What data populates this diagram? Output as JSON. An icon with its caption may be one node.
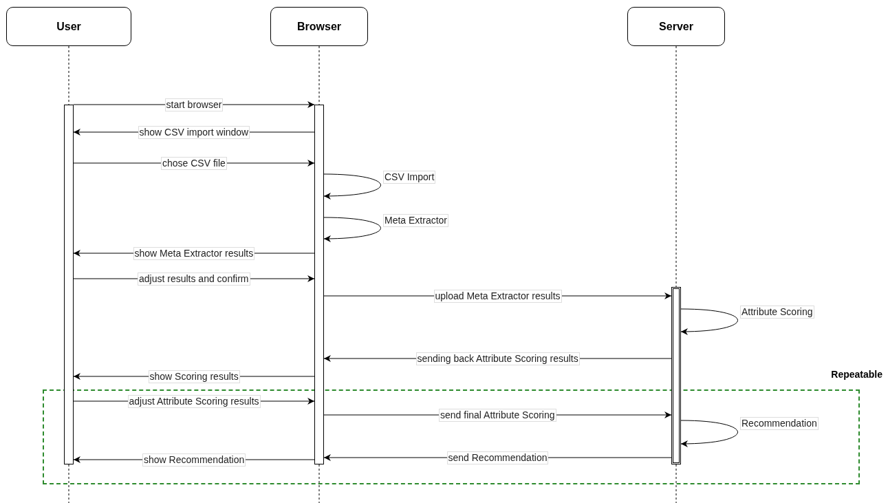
{
  "diagram": {
    "nodes": [
      {
        "text": [
          "User"
        ]
      },
      {
        "text": [
          "Browser"
        ]
      },
      {
        "text": [
          "Server"
        ]
      },
      {
        "text": [],
        "shape": "bar"
      },
      {
        "text": [],
        "shape": "bar"
      },
      {
        "text": [],
        "shape": "bar"
      }
    ],
    "labels": [
      "Repeatable"
    ],
    "edges": [
      {
        "from": 3,
        "to": 4,
        "arrow": "to",
        "label": "start browser"
      },
      {
        "from": 4,
        "to": 3,
        "arrow": "to",
        "label": "show CSV import window"
      },
      {
        "from": 3,
        "to": 4,
        "arrow": "to",
        "label": "chose CSV file"
      },
      {
        "from": 4,
        "to": 4,
        "arrow": "to",
        "label": "CSV Import"
      },
      {
        "from": 4,
        "to": 4,
        "arrow": "to",
        "label": "Meta Extractor"
      },
      {
        "from": 4,
        "to": 3,
        "arrow": "to",
        "label": "show Meta Extractor results"
      },
      {
        "from": 3,
        "to": 4,
        "arrow": "to",
        "label": "adjust results and confirm"
      },
      {
        "from": 4,
        "to": 5,
        "arrow": "to",
        "label": "upload Meta Extractor results"
      },
      {
        "from": 5,
        "to": 5,
        "arrow": "to",
        "label": "Attribute Scoring"
      },
      {
        "from": 5,
        "to": 4,
        "arrow": "to",
        "label": "sending back Attribute Scoring results"
      },
      {
        "from": 4,
        "to": 3,
        "arrow": "to",
        "label": "show Scoring results"
      },
      {
        "from": 3,
        "to": 4,
        "arrow": "to",
        "label": "adjust Attribute Scoring results"
      },
      {
        "from": 4,
        "to": 5,
        "arrow": "to",
        "label": "send final Attribute Scoring"
      },
      {
        "from": 5,
        "to": 5,
        "arrow": "to",
        "label": "Recommendation"
      },
      {
        "from": 5,
        "to": 4,
        "arrow": "to",
        "label": "send Recommendation"
      },
      {
        "from": 4,
        "to": 3,
        "arrow": "to",
        "label": "show Recommendation"
      },
      {
        "from": 0,
        "to": 3,
        "arrow": "none",
        "style": "dashed"
      },
      {
        "from": 3,
        "to": null,
        "arrow": "none",
        "style": "dashed"
      },
      {
        "from": 1,
        "to": 4,
        "arrow": "none",
        "style": "dashed"
      },
      {
        "from": 4,
        "to": null,
        "arrow": "none",
        "style": "dashed"
      },
      {
        "from": 2,
        "to": 5,
        "arrow": "none",
        "style": "dashed"
      },
      {
        "from": 5,
        "to": null,
        "arrow": "none",
        "style": "dashed"
      }
    ]
  }
}
